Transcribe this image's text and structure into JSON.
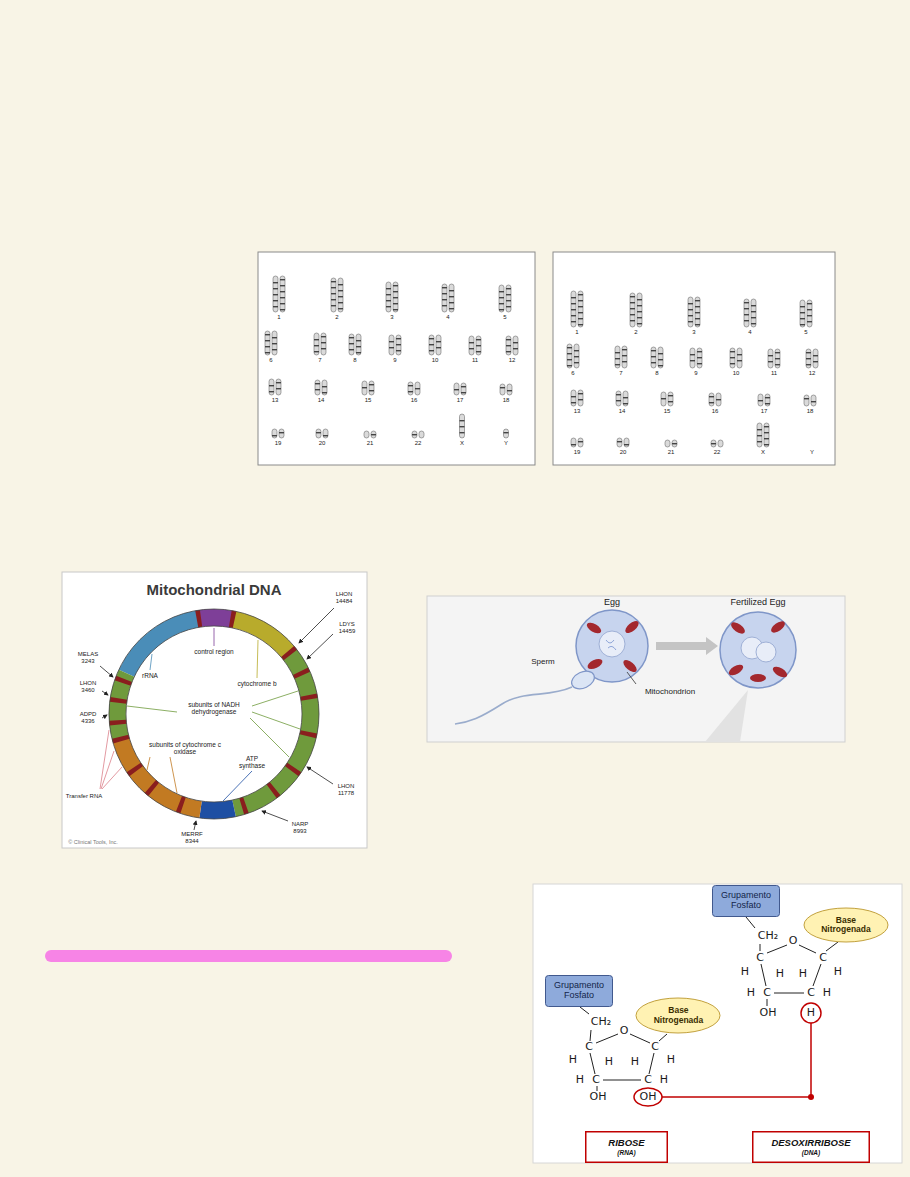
{
  "diagram": {
    "nodes": [
      {
        "text": [
          "Grupamento Fosfato"
        ]
      },
      {
        "text": [
          "Base Nitrogenada"
        ]
      },
      {
        "text": [
          "Grupamento Fosfato"
        ]
      },
      {
        "text": [
          "Base Nitrogenada"
        ]
      },
      {
        "text": [
          "RIBOSE",
          "(RNA)"
        ]
      },
      {
        "text": [
          "DESOXIRRIBOSE",
          "(DNA)"
        ]
      }
    ],
    "labels": [
      "1",
      "2",
      "3",
      "4",
      "5",
      "6",
      "7",
      "8",
      "9",
      "10",
      "11",
      "12",
      "13",
      "14",
      "15",
      "16",
      "17",
      "18",
      "19",
      "20",
      "21",
      "22",
      "X",
      "Y",
      "1",
      "2",
      "3",
      "4",
      "5",
      "6",
      "7",
      "8",
      "9",
      "10",
      "11",
      "12",
      "13",
      "14",
      "15",
      "16",
      "17",
      "18",
      "19",
      "20",
      "21",
      "22",
      "X",
      "Y",
      "Mitochondrial DNA",
      "control region",
      "rRNA",
      "cytochrome b",
      "subunits of NADH dehydrogenase",
      "subunits of cytochrome c oxidase",
      "ATP synthase",
      "LHON 14484",
      "LDYS 14459",
      "MELAS 3243",
      "LHON 3460",
      "ADPD 4336",
      "Transfer RNA",
      "LHON 11778",
      "MERRF 8344",
      "NARP 8993",
      "© Clinical Tools, Inc.",
      "Egg",
      "Fertilized Egg",
      "Sperm",
      "Mitochondrion",
      "CH₂",
      "O",
      "C",
      "C",
      "H",
      "H",
      "H",
      "H",
      "H",
      "C",
      "C",
      "H",
      "OH",
      "H",
      "CH₂",
      "O",
      "C",
      "C",
      "H",
      "H",
      "H",
      "H",
      "H",
      "C",
      "C",
      "H",
      "OH",
      "OH"
    ]
  }
}
